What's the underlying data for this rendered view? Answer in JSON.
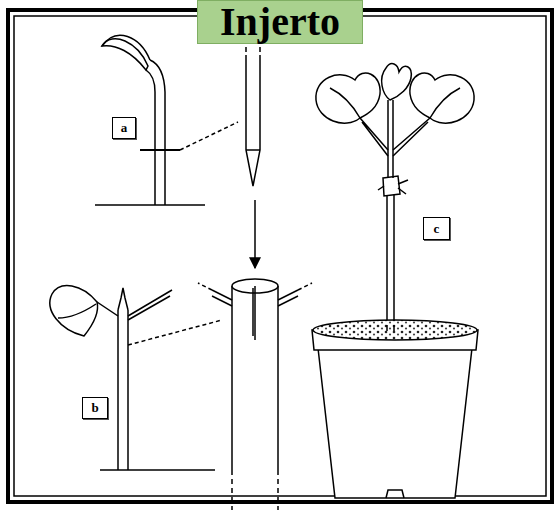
{
  "diagram": {
    "title": "Injerto",
    "nodes": [
      {
        "text": [
          "a"
        ]
      },
      {
        "text": [
          "b"
        ]
      },
      {
        "text": [
          "c"
        ]
      }
    ]
  }
}
